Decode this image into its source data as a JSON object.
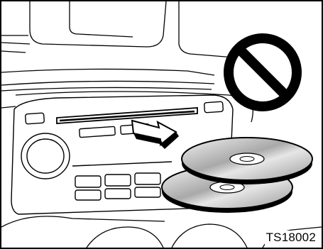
{
  "figure": {
    "code": "TS18002",
    "subject": "in-dash-cd-player",
    "prohibition_icon": "no-entry-icon",
    "insert_arrow_icon": "arrow-right-icon",
    "disc_count": 2
  },
  "colors": {
    "line": "#000000",
    "background": "#ffffff",
    "disc_shade": "#bdbdbd"
  }
}
